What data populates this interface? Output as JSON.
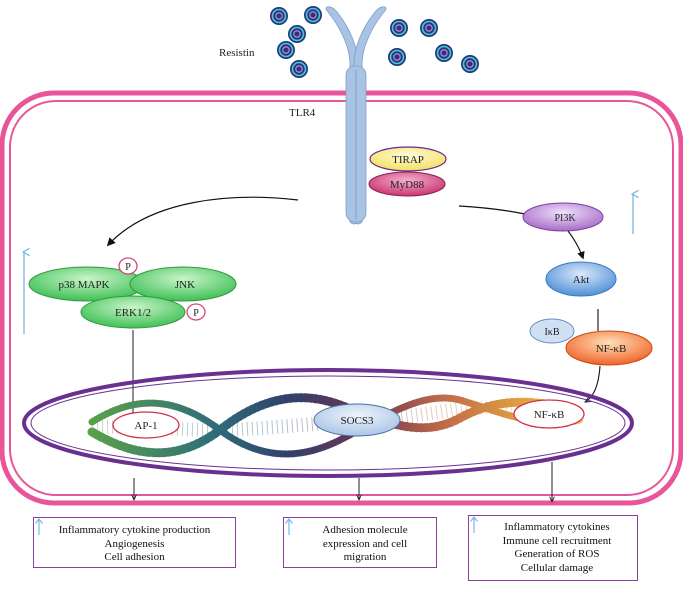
{
  "ligand": {
    "label": "Resistin"
  },
  "receptor": {
    "label": "TLR4"
  },
  "adaptors": {
    "tirap": "TIRAP",
    "myd88": "MyD88"
  },
  "mapk_branch": {
    "p38": "p38 MAPK",
    "jnk": "JNK",
    "erk": "ERK1/2",
    "phospho": "P"
  },
  "pi3k_branch": {
    "pi3k": "PI3K",
    "akt": "Akt",
    "ikb": "IκB",
    "nfkb": "NF-κB"
  },
  "nucleus": {
    "ap1": "AP-1",
    "socs3": "SOCS3",
    "nfkb": "NF-κB"
  },
  "outcomes": [
    {
      "lines": [
        "Inflammatory cytokine production",
        "Angiogenesis",
        "Cell adhesion"
      ]
    },
    {
      "lines": [
        "Adhesion molecule",
        "expression and cell",
        "migration"
      ]
    },
    {
      "lines": [
        "Inflammatory cytokines",
        "Immune cell recruitment",
        "Generation of ROS",
        "Cellular damage"
      ]
    }
  ],
  "colors": {
    "cell_membrane": "#e8559a",
    "nucleus_envelope": "#6a3090",
    "receptor": "#a8c3e3",
    "tirap": "#fbf08a",
    "myd88": "#d8467e",
    "mapk": "#5ed070",
    "pi3k": "#b77fd0",
    "akt": "#5f9bdc",
    "nfkb": "#f06a2a",
    "up_arrow": "#7ab7e0"
  }
}
